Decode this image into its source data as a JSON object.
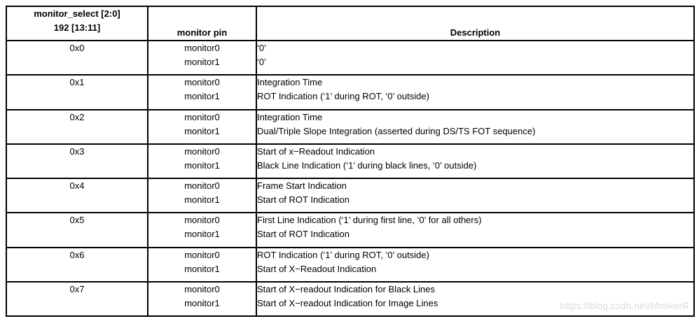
{
  "colors": {
    "border": "#000000",
    "text": "#000000",
    "watermark_text": "#dbdbdb",
    "background": "#ffffff"
  },
  "table": {
    "header": {
      "col1_line1": "monitor_select [2:0]",
      "col1_line2": "192 [13:11]",
      "col2": "monitor pin",
      "col3": "Description"
    },
    "rows": [
      {
        "select": "0x0",
        "pins": [
          "monitor0",
          "monitor1"
        ],
        "descriptions": [
          "‘0’",
          "‘0’"
        ]
      },
      {
        "select": "0x1",
        "pins": [
          "monitor0",
          "monitor1"
        ],
        "descriptions": [
          "Integration Time",
          "ROT Indication (‘1’ during ROT, ‘0’ outside)"
        ]
      },
      {
        "select": "0x2",
        "pins": [
          "monitor0",
          "monitor1"
        ],
        "descriptions": [
          "Integration Time",
          "Dual/Triple Slope Integration (asserted during DS/TS FOT sequence)"
        ]
      },
      {
        "select": "0x3",
        "pins": [
          "monitor0",
          "monitor1"
        ],
        "descriptions": [
          "Start of x−Readout Indication",
          "Black Line Indication (‘1’ during black lines, ‘0’ outside)"
        ]
      },
      {
        "select": "0x4",
        "pins": [
          "monitor0",
          "monitor1"
        ],
        "descriptions": [
          "Frame Start Indication",
          "Start of ROT Indication"
        ]
      },
      {
        "select": "0x5",
        "pins": [
          "monitor0",
          "monitor1"
        ],
        "descriptions": [
          "First Line Indication (‘1’ during first line, ‘0’ for all others)",
          "Start of ROT Indication"
        ]
      },
      {
        "select": "0x6",
        "pins": [
          "monitor0",
          "monitor1"
        ],
        "descriptions": [
          "ROT Indication (‘1’ during ROT, ‘0’ outside)",
          "Start of X−Readout Indication"
        ]
      },
      {
        "select": "0x7",
        "pins": [
          "monitor0",
          "monitor1"
        ],
        "descriptions": [
          "Start of X−readout Indication for Black Lines",
          "Start of X−readout Indication for Image Lines"
        ]
      }
    ]
  },
  "watermark": "https://blog.csdn.net/MmikerR"
}
